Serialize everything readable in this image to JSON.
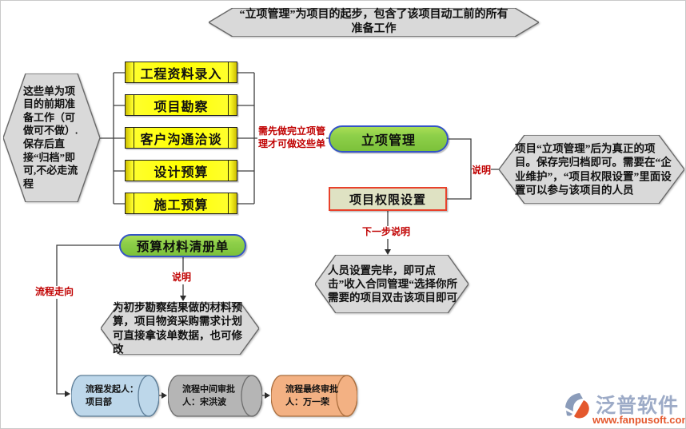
{
  "banner": {
    "text": "“立项管理”为项目的起步，包含了该项目动工前的所有准备工作"
  },
  "left_note": {
    "text": "这些单为项目的前期准备工作（可做可不做）.保存后直接“归档”即可,不必走流程"
  },
  "prep_forms": [
    {
      "label": "工程资料录入"
    },
    {
      "label": "项目勘察"
    },
    {
      "label": "客户沟通洽谈"
    },
    {
      "label": "设计预算"
    },
    {
      "label": "施工预算"
    }
  ],
  "nodes": {
    "lixiang": {
      "label": "立项管理"
    },
    "quanxian": {
      "label": "项目权限设置"
    },
    "yusuan": {
      "label": "预算材料清册单"
    }
  },
  "annotations": {
    "prereq": "需先做完立项管理才可做这些单",
    "shuoming_right": "说明",
    "next_step": "下一步说明",
    "shuoming_budget": "说明",
    "flow_direction": "流程走向"
  },
  "notes": {
    "right_note": "项目“立项管理”后为真正的项目。保存完归档即可。需要在“企业维护”，“项目权限设置”里面设置可以参与该项目的人员",
    "person_note": "人员设置完毕，即可点击”收入合同管理“选择你所需要的项目双击该项目即可",
    "budget_note": "为初步勘察结果做的材料预算，项目物资采购需求计划可直接拿该单数据，也可修改"
  },
  "flow_roles": [
    {
      "label": "流程发起人：项目部",
      "color": "#bdd7ea"
    },
    {
      "label": "流程中间审批人：宋洪波",
      "color": "#b5b5b5"
    },
    {
      "label": "流程最终审批人：万一荣",
      "color": "#f3b183"
    }
  ],
  "logo": {
    "brand": "泛普软件",
    "url": "www.fanpusoft.com"
  },
  "colors": {
    "annotation_red": "#c00000",
    "node_green": "#8ed04a",
    "node_green_border": "#3353c6",
    "prep_yellow": "#ffff00",
    "hex_gray": "#d9d9d9",
    "perm_fill": "#dfe2c3",
    "perm_border": "#e8412b",
    "wire": "#3f3f3f"
  }
}
